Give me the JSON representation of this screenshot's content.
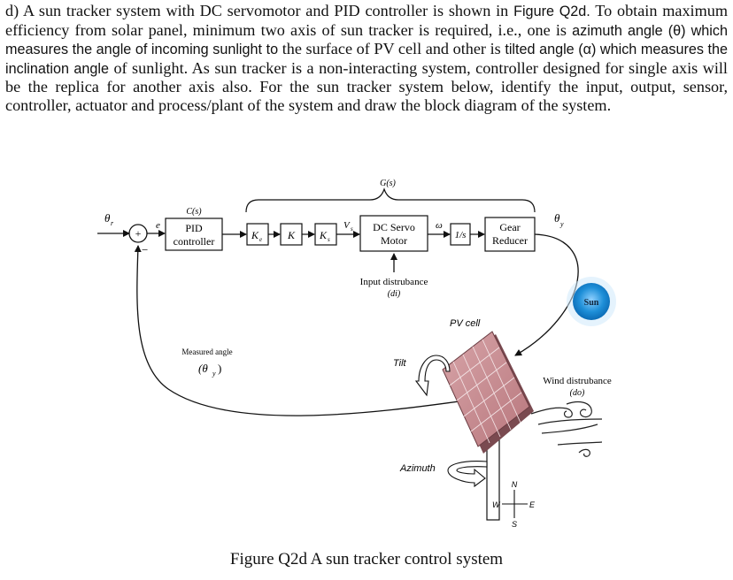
{
  "question": {
    "label": "d)",
    "p1": " A sun tracker system with DC servomotor and PID controller is shown in ",
    "fig_ref": "Figure Q2d.",
    "p2": " To obtain maximum efficiency from solar panel, minimum two axis of sun tracker is required, i.e., one is ",
    "azimuth": "azimuth angle (θ) which measures the angle of incoming sunlight to",
    "p3": " the surface of PV cell and other is ",
    "tilted": "tilted angle (α) which measures the inclination angle",
    "p4": " of sunlight. As sun tracker is a non-interacting system, controller designed for single axis will be the replica for another axis also. For the sun tracker system below, identify the input, output, sensor, controller, actuator and process/plant of the system and draw the block diagram of the system."
  },
  "diagram": {
    "input_label": "θ",
    "input_sub": "r",
    "plus_sign": "+",
    "minus_sign": "−",
    "error_label": "e",
    "gs_label": "G(s)",
    "cs_label": "C(s)",
    "pid_line1": "PID",
    "pid_line2": "controller",
    "ke_label": "K",
    "ke_sub": "e",
    "k_label": "K",
    "ks_label": "K",
    "ks_sub": "s",
    "vs_label": "V",
    "vs_sub": "s",
    "motor_line1": "DC Servo",
    "motor_line2": "Motor",
    "omega_label": "ω",
    "integrator_label": "1/s",
    "gear_line1": "Gear",
    "gear_line2": "Reducer",
    "output_label": "θ",
    "output_sub": "y",
    "input_dist_line1": "Input distrubance",
    "input_dist_line2": "(di)",
    "measured_line1": "Measured angle",
    "measured_label": "(θ",
    "measured_sub": "y",
    "measured_close": ")",
    "sun_label": "Sun",
    "pv_label": "PV cell",
    "tilt_label": "Tilt",
    "wind_line1": "Wind distrubance",
    "wind_line2": "(do)",
    "azimuth_label": "Azimuth",
    "compass_n": "N",
    "compass_s": "S",
    "compass_e": "E",
    "compass_w": "W"
  },
  "caption": "Figure Q2d A sun tracker control system",
  "colors": {
    "sun": "#1e8fd8",
    "panel": "#c98f94",
    "panel_grid": "#f4e6e7",
    "pole": "#ffffff"
  }
}
